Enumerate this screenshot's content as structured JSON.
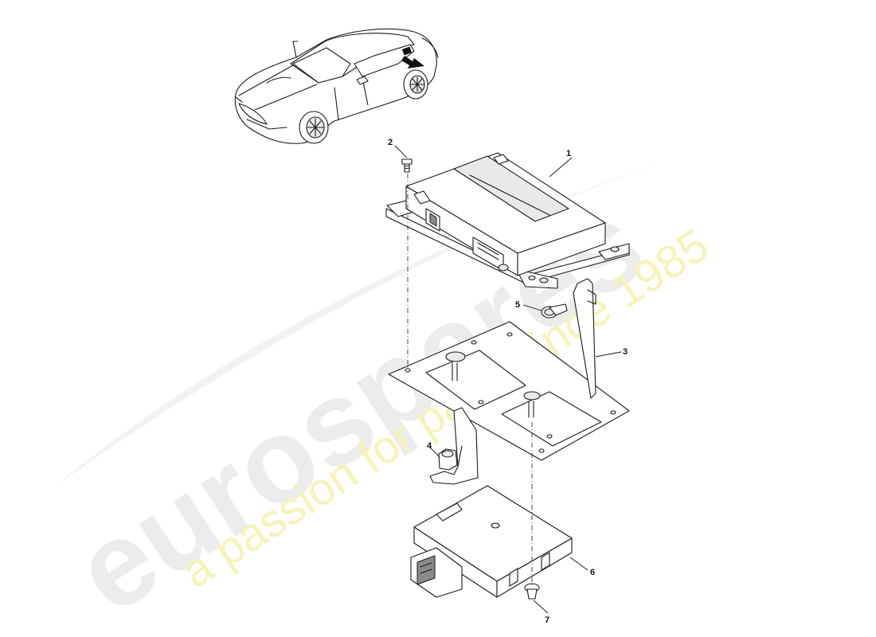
{
  "watermark": {
    "brand": "eurospares",
    "tagline": "a passion for parts since 1985",
    "brand_color": "#ececec",
    "tagline_color": "#f6f3b8"
  },
  "callouts": [
    {
      "id": "1",
      "label": "1"
    },
    {
      "id": "2",
      "label": "2"
    },
    {
      "id": "3",
      "label": "3"
    },
    {
      "id": "4",
      "label": "4"
    },
    {
      "id": "5",
      "label": "5"
    },
    {
      "id": "6",
      "label": "6"
    },
    {
      "id": "7",
      "label": "7"
    }
  ],
  "icons": {
    "car": "car-overview-icon",
    "locator_arrow": "location-arrow-icon"
  }
}
